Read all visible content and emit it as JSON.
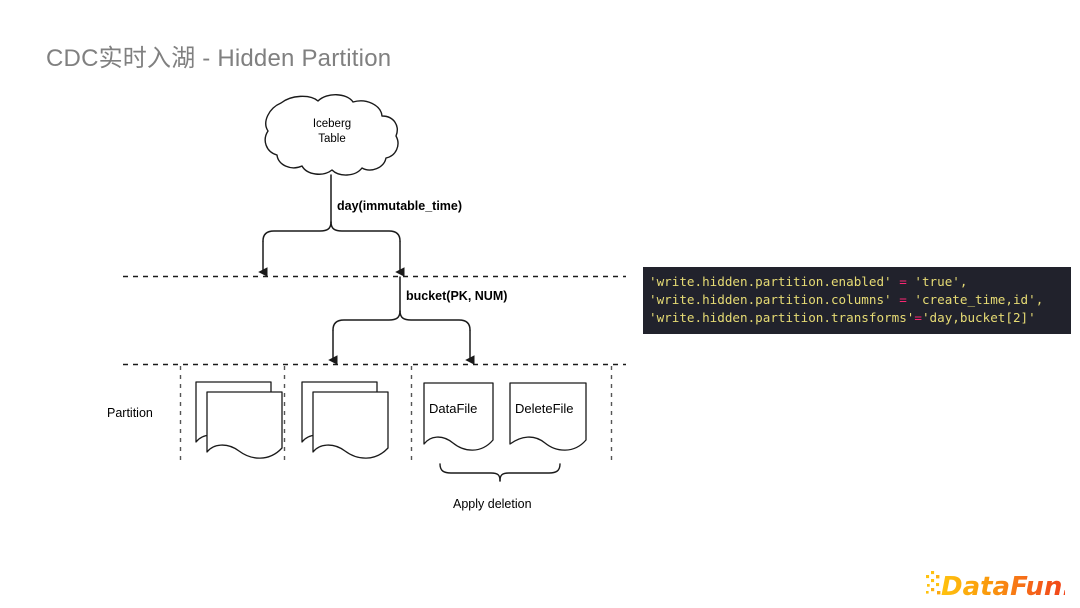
{
  "slide": {
    "title": "CDC实时入湖 - Hidden Partition",
    "background": "#ffffff",
    "title_color": "#808080"
  },
  "diagram": {
    "type": "flow-diagram",
    "source_node": {
      "shape": "cloud",
      "label_line1": "Iceberg",
      "label_line2": "Table"
    },
    "transforms": [
      {
        "label": "day(immutable_time)",
        "level": 1,
        "branches": 2
      },
      {
        "label": "bucket(PK, NUM)",
        "level": 2,
        "branches": 2
      }
    ],
    "row_label": "Partition",
    "partitions": [
      {
        "index": 1,
        "contents": "stacked-documents",
        "count": 2
      },
      {
        "index": 2,
        "contents": "stacked-documents",
        "count": 2
      },
      {
        "index": 3,
        "contents": "named-documents",
        "files": [
          "DataFile",
          "DeleteFile"
        ]
      }
    ],
    "brace_label": "Apply deletion",
    "line_color": "#1a1a1a"
  },
  "code": {
    "background": "#21222c",
    "string_color": "#e6db74",
    "operator_color": "#f92672",
    "lines": [
      {
        "key": "'write.hidden.partition.enabled'",
        "op": " = ",
        "value": "'true',"
      },
      {
        "key": "'write.hidden.partition.columns'",
        "op": " = ",
        "value": "'create_time,id',"
      },
      {
        "key": "'write.hidden.partition.transforms'",
        "op": "=",
        "value": "'day,bucket[2]'"
      }
    ]
  },
  "logo": {
    "name": "DataFun.",
    "color_start": "#ffc20e",
    "color_end": "#f03c18"
  }
}
